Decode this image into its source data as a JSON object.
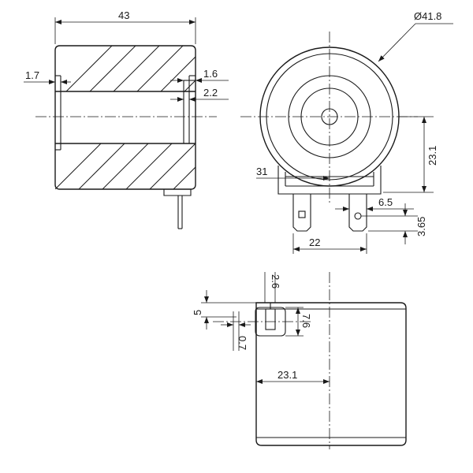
{
  "dimensions": {
    "overall_length": "43",
    "flange_left": "1.7",
    "flange_right_a": "1.6",
    "flange_right_b": "2.2",
    "diameter": "Ø41.8",
    "center_to_base": "23.1",
    "half_width": "31",
    "terminal_spacing": "22",
    "terminal_hole_offset": "6.5",
    "terminal_hole_height": "3.65",
    "top_gap": "2.6",
    "side_gap": "5",
    "terminal_height": "7.6",
    "terminal_thickness": "0.7",
    "side_offset": "23.1"
  }
}
